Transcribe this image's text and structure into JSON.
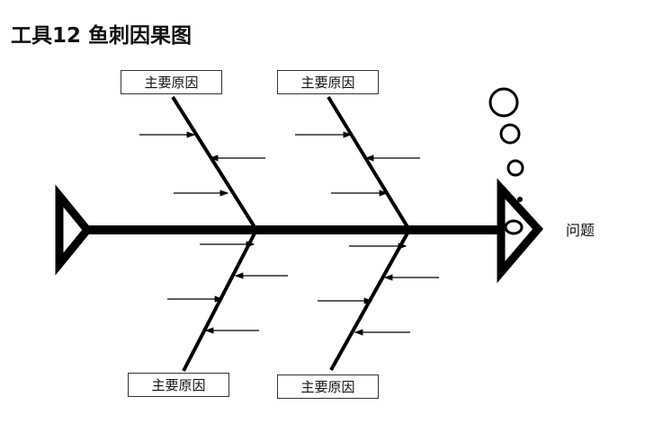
{
  "title": "工具12  鱼刺因果图",
  "causes": [
    "主要原因",
    "主要原因",
    "主要原因",
    "主要原因"
  ],
  "problem": "问题"
}
